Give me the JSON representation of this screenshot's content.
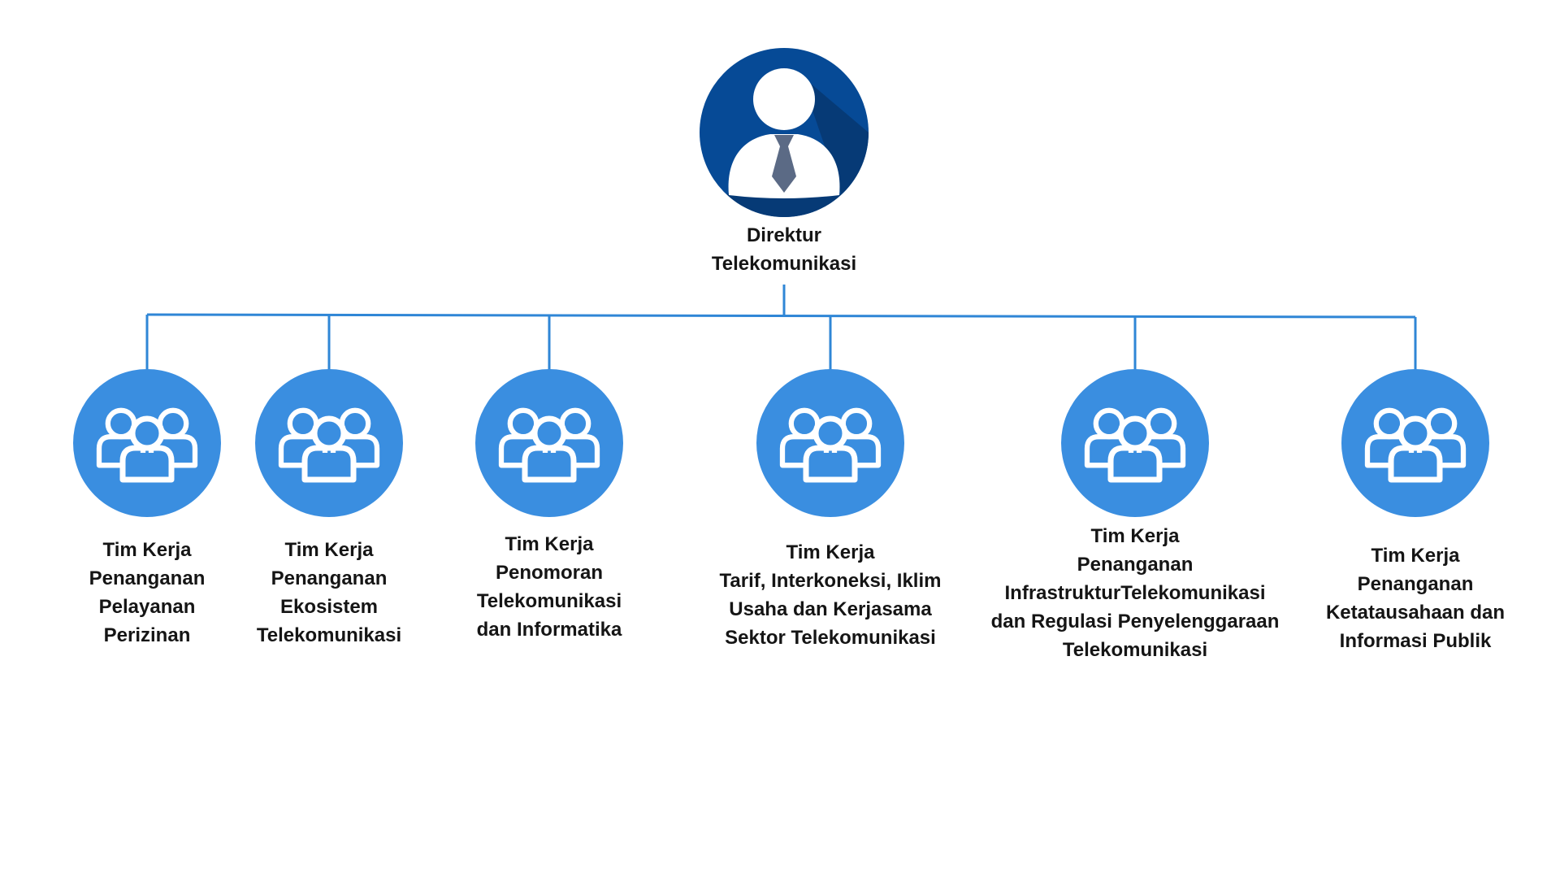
{
  "colors": {
    "line": "#2f86d6",
    "team_circle": "#3a8ee0",
    "director_circle": "#064a96",
    "director_shadow": "#063a76",
    "tie": "#5b6a85",
    "icon": "#ffffff",
    "text": "#151515"
  },
  "director": {
    "icon": "person-with-tie-icon",
    "label_lines": [
      "Direktur",
      "Telekomunikasi"
    ]
  },
  "teams": [
    {
      "icon": "team-group-icon",
      "label_lines": [
        "Tim Kerja",
        "Penanganan",
        "Pelayanan",
        "Perizinan"
      ]
    },
    {
      "icon": "team-group-icon",
      "label_lines": [
        "Tim Kerja",
        "Penanganan",
        "Ekosistem",
        "Telekomunikasi"
      ]
    },
    {
      "icon": "team-group-icon",
      "label_lines": [
        "Tim Kerja",
        "Penomoran",
        "Telekomunikasi",
        "dan Informatika"
      ]
    },
    {
      "icon": "team-group-icon",
      "label_lines": [
        "Tim Kerja",
        "Tarif, Interkoneksi, Iklim",
        "Usaha dan Kerjasama",
        "Sektor Telekomunikasi"
      ]
    },
    {
      "icon": "team-group-icon",
      "label_lines": [
        "Tim Kerja",
        "Penanganan",
        "InfrastrukturTelekomunikasi",
        "dan Regulasi Penyelenggaraan",
        "Telekomunikasi"
      ]
    },
    {
      "icon": "team-group-icon",
      "label_lines": [
        "Tim Kerja",
        "Penanganan",
        "Ketatausahaan dan",
        "Informasi Publik"
      ]
    }
  ]
}
